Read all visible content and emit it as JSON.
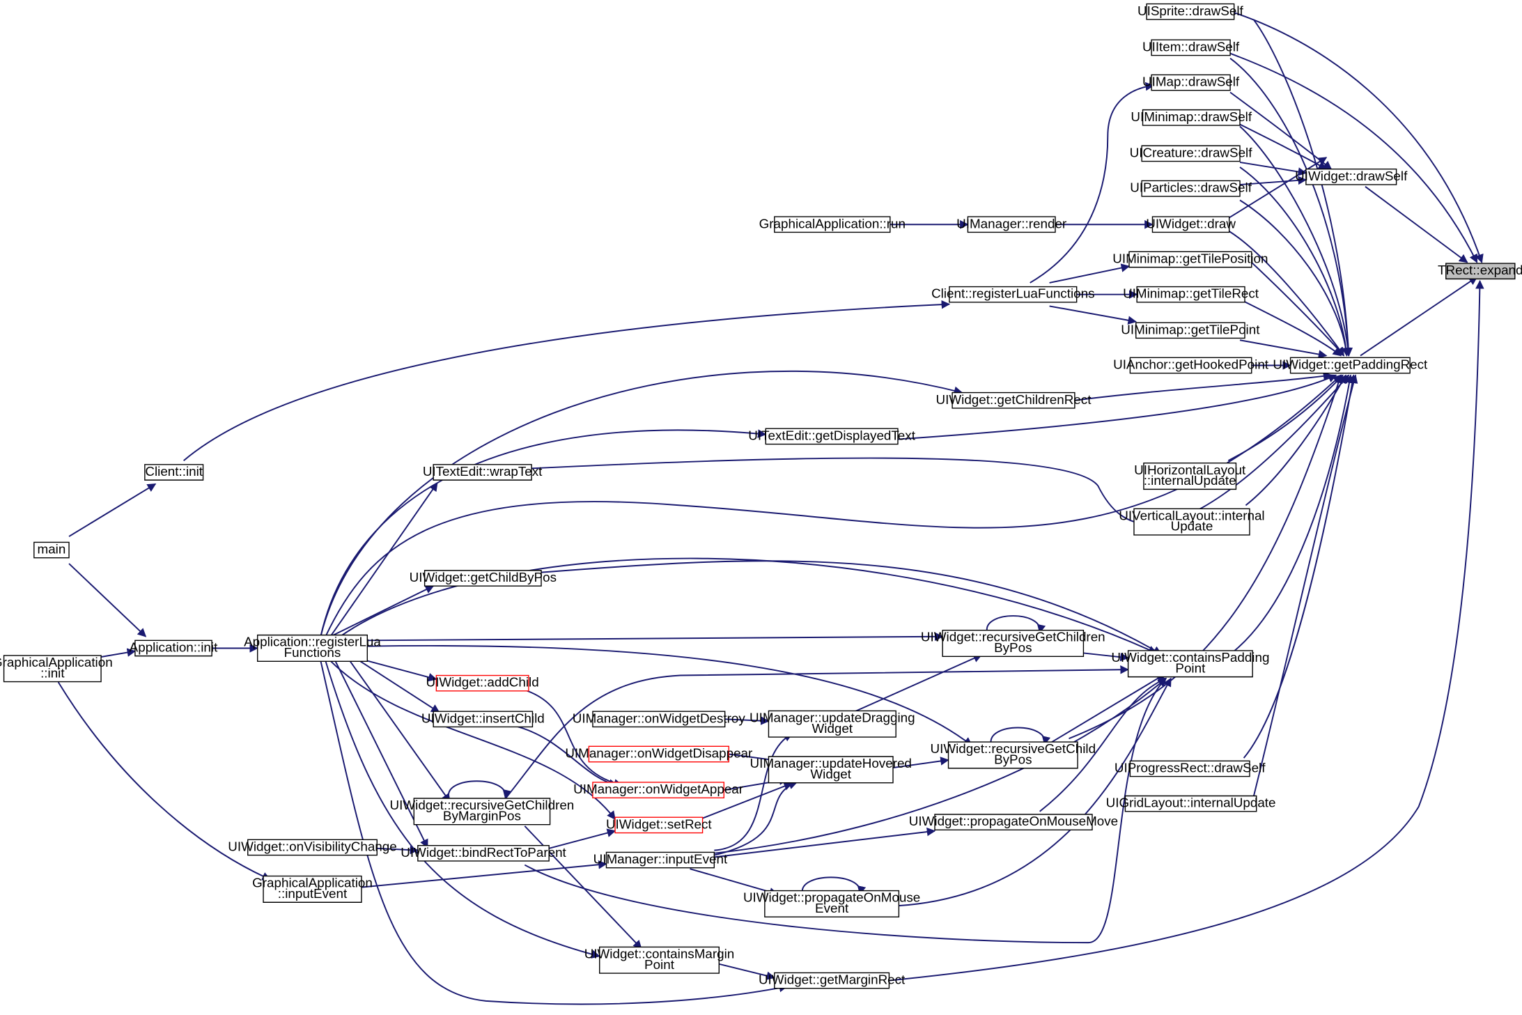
{
  "graph": {
    "edge_color": "#191970",
    "caller_border_color": "#000000",
    "unlinked_border_color": "#ff0000",
    "root_fill_color": "#bfbfbf",
    "root": "TRect::expand",
    "nodes": [
      {
        "id": "root",
        "label": [
          "TRect::expand"
        ]
      },
      {
        "id": "sprite",
        "label": [
          "UISprite::drawSelf"
        ]
      },
      {
        "id": "item",
        "label": [
          "UIItem::drawSelf"
        ]
      },
      {
        "id": "map",
        "label": [
          "UIMap::drawSelf"
        ]
      },
      {
        "id": "minimapds",
        "label": [
          "UIMinimap::drawSelf"
        ]
      },
      {
        "id": "creature",
        "label": [
          "UICreature::drawSelf"
        ]
      },
      {
        "id": "particles",
        "label": [
          "UIParticles::drawSelf"
        ]
      },
      {
        "id": "wdraw",
        "label": [
          "UIWidget::draw"
        ]
      },
      {
        "id": "wdrawself",
        "label": [
          "UIWidget::drawSelf"
        ]
      },
      {
        "id": "gapprun",
        "label": [
          "GraphicalApplication::run"
        ]
      },
      {
        "id": "mgrrender",
        "label": [
          "UIManager::render"
        ]
      },
      {
        "id": "tilepos",
        "label": [
          "UIMinimap::getTilePosition"
        ]
      },
      {
        "id": "tilerect",
        "label": [
          "UIMinimap::getTileRect"
        ]
      },
      {
        "id": "tilepoint",
        "label": [
          "UIMinimap::getTilePoint"
        ]
      },
      {
        "id": "clientreg",
        "label": [
          "Client::registerLuaFunctions"
        ]
      },
      {
        "id": "anchor",
        "label": [
          "UIAnchor::getHookedPoint"
        ]
      },
      {
        "id": "padrect",
        "label": [
          "UIWidget::getPaddingRect"
        ]
      },
      {
        "id": "childrect",
        "label": [
          "UIWidget::getChildrenRect"
        ]
      },
      {
        "id": "disptext",
        "label": [
          "UITextEdit::getDisplayedText"
        ]
      },
      {
        "id": "hlayout",
        "label": [
          "UIHorizontalLayout",
          "::internalUpdate"
        ]
      },
      {
        "id": "vlayout",
        "label": [
          "UIVerticalLayout::internal",
          "Update"
        ]
      },
      {
        "id": "clientinit",
        "label": [
          "Client::init"
        ]
      },
      {
        "id": "wraptext",
        "label": [
          "UITextEdit::wrapText"
        ]
      },
      {
        "id": "main",
        "label": [
          "main"
        ]
      },
      {
        "id": "childbypos",
        "label": [
          "UIWidget::getChildByPos"
        ]
      },
      {
        "id": "appinit",
        "label": [
          "Application::init"
        ]
      },
      {
        "id": "appreg",
        "label": [
          "Application::registerLua",
          "Functions"
        ]
      },
      {
        "id": "gappinit",
        "label": [
          "GraphicalApplication",
          "::init"
        ]
      },
      {
        "id": "recchildren",
        "label": [
          "UIWidget::recursiveGetChildren",
          "ByPos"
        ]
      },
      {
        "id": "containspad",
        "label": [
          "UIWidget::containsPadding",
          "Point"
        ]
      },
      {
        "id": "addchild",
        "label": [
          "UIWidget::addChild"
        ]
      },
      {
        "id": "wdestroy",
        "label": [
          "UIManager::onWidgetDestroy"
        ]
      },
      {
        "id": "updragging",
        "label": [
          "UIManager::updateDragging",
          "Widget"
        ]
      },
      {
        "id": "insertchild",
        "label": [
          "UIWidget::insertChild"
        ]
      },
      {
        "id": "wdisappear",
        "label": [
          "UIManager::onWidgetDisappear"
        ]
      },
      {
        "id": "uphovered",
        "label": [
          "UIManager::updateHovered",
          "Widget"
        ]
      },
      {
        "id": "recchild",
        "label": [
          "UIWidget::recursiveGetChild",
          "ByPos"
        ]
      },
      {
        "id": "wappear",
        "label": [
          "UIManager::onWidgetAppear"
        ]
      },
      {
        "id": "progress",
        "label": [
          "UIProgressRect::drawSelf"
        ]
      },
      {
        "id": "recmargin",
        "label": [
          "UIWidget::recursiveGetChildren",
          "ByMarginPos"
        ]
      },
      {
        "id": "setrect",
        "label": [
          "UIWidget::setRect"
        ]
      },
      {
        "id": "gridlayout",
        "label": [
          "UIGridLayout::internalUpdate"
        ]
      },
      {
        "id": "propmove",
        "label": [
          "UIWidget::propagateOnMouseMove"
        ]
      },
      {
        "id": "visibility",
        "label": [
          "UIWidget::onVisibilityChange"
        ]
      },
      {
        "id": "bindrect",
        "label": [
          "UIWidget::bindRectToParent"
        ]
      },
      {
        "id": "inputevent",
        "label": [
          "UIManager::inputEvent"
        ]
      },
      {
        "id": "ginputevent",
        "label": [
          "GraphicalApplication",
          "::inputEvent"
        ]
      },
      {
        "id": "propevent",
        "label": [
          "UIWidget::propagateOnMouse",
          "Event"
        ]
      },
      {
        "id": "containsmargin",
        "label": [
          "UIWidget::containsMargin",
          "Point"
        ]
      },
      {
        "id": "marginrect",
        "label": [
          "UIWidget::getMarginRect"
        ]
      }
    ]
  }
}
